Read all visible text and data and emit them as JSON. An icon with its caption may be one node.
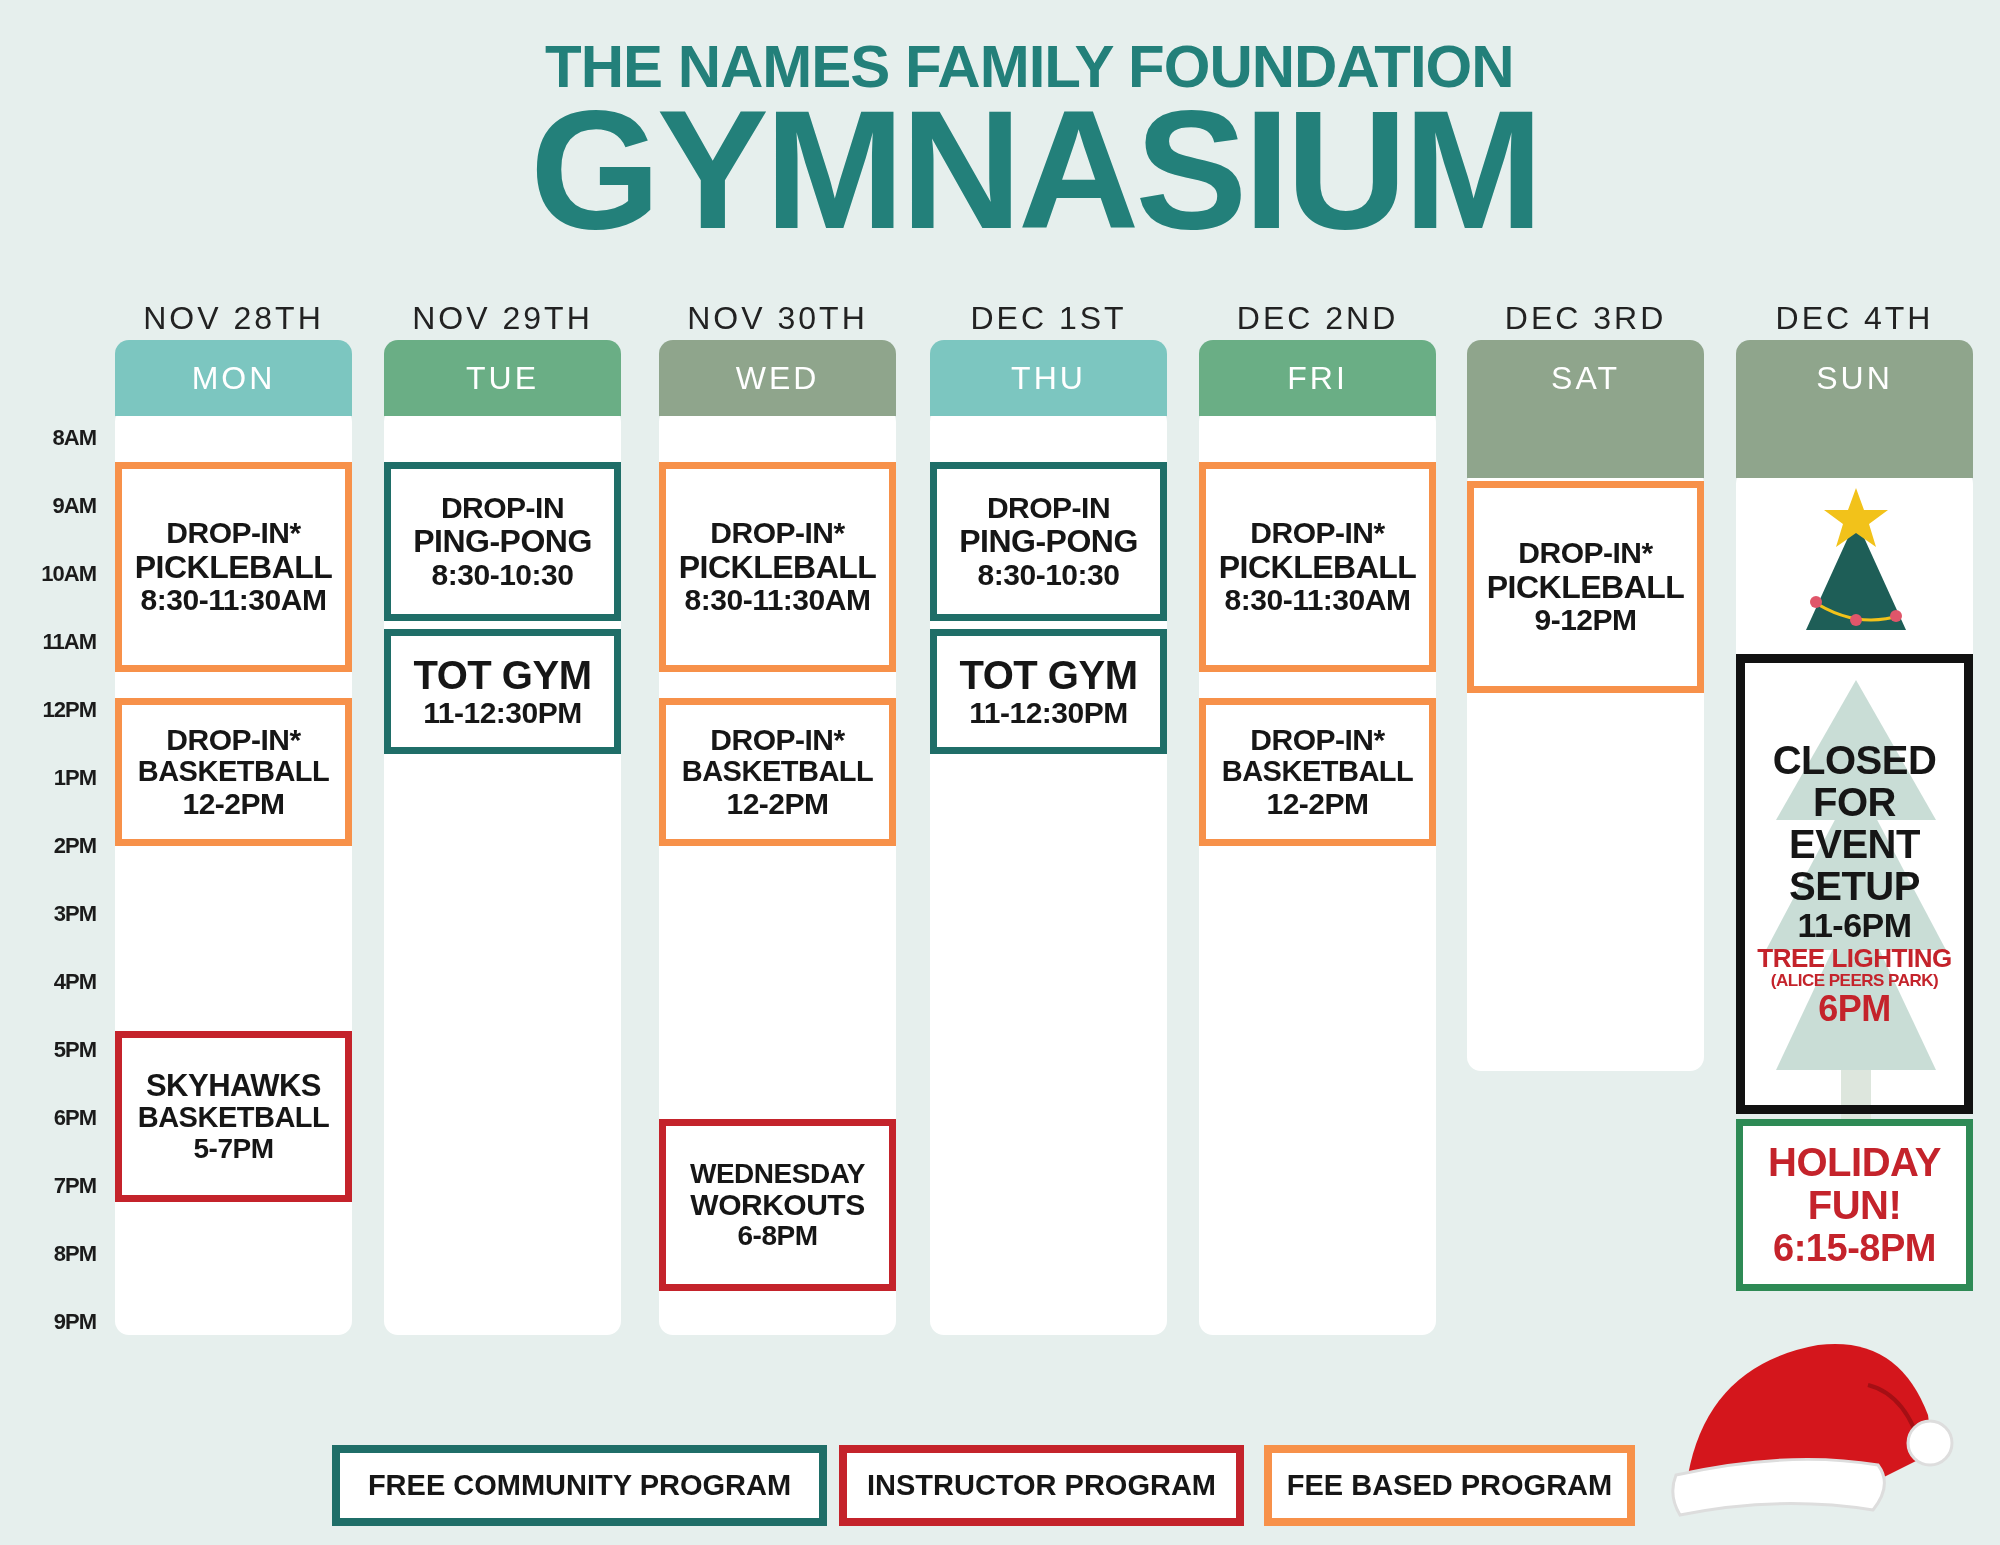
{
  "diagram": {
    "title": "THE NAMES FAMILY FOUNDATION",
    "nodes": [
      {
        "text": [
          "NOV 28TH",
          "MON"
        ]
      },
      {
        "text": [
          "NOV 29TH",
          "TUE"
        ]
      },
      {
        "text": [
          "NOV 30TH",
          "WED"
        ]
      },
      {
        "text": [
          "DEC 1ST",
          "THU"
        ]
      },
      {
        "text": [
          "DEC 2ND",
          "FRI"
        ]
      },
      {
        "text": [
          "DEC 3RD",
          "SAT"
        ]
      },
      {
        "text": [
          "DEC 4TH",
          "SUN"
        ]
      },
      {
        "text": [
          "DROP-IN*",
          "PICKLEBALL",
          "8:30-11:30AM"
        ],
        "in": 0
      },
      {
        "text": [
          "DROP-IN*",
          "BASKETBALL",
          "12-2PM"
        ],
        "in": 0
      },
      {
        "text": [
          "SKYHAWKS",
          "BASKETBALL",
          "5-7PM"
        ],
        "in": 0
      },
      {
        "text": [
          "DROP-IN",
          "PING-PONG",
          "8:30-10:30"
        ],
        "in": 1
      },
      {
        "text": [
          "TOT GYM",
          "11-12:30PM"
        ],
        "in": 1
      },
      {
        "text": [
          "DROP-IN*",
          "PICKLEBALL",
          "8:30-11:30AM"
        ],
        "in": 2
      },
      {
        "text": [
          "DROP-IN*",
          "BASKETBALL",
          "12-2PM"
        ],
        "in": 2
      },
      {
        "text": [
          "WEDNESDAY",
          "WORKOUTS",
          "6-8PM"
        ],
        "in": 2
      },
      {
        "text": [
          "DROP-IN",
          "PING-PONG",
          "8:30-10:30"
        ],
        "in": 3
      },
      {
        "text": [
          "TOT GYM",
          "11-12:30PM"
        ],
        "in": 3
      },
      {
        "text": [
          "DROP-IN*",
          "PICKLEBALL",
          "8:30-11:30AM"
        ],
        "in": 4
      },
      {
        "text": [
          "DROP-IN*",
          "BASKETBALL",
          "12-2PM"
        ],
        "in": 4
      },
      {
        "text": [
          "DROP-IN*",
          "PICKLEBALL",
          "9-12PM"
        ],
        "in": 5
      },
      {
        "text": [
          "CLOSED FOR EVENT SETUP",
          "11-6PM",
          "TREE LIGHTING",
          "(ALICE PEERS PARK)",
          "6PM"
        ],
        "in": 6
      },
      {
        "text": [
          "HOLIDAY FUN!",
          "6:15-8PM"
        ]
      }
    ],
    "labels": [
      "GYMNASIUM",
      "8AM",
      "9AM",
      "10AM",
      "11AM",
      "12PM",
      "1PM",
      "2PM",
      "3PM",
      "4PM",
      "5PM",
      "6PM",
      "7PM",
      "8PM",
      "9PM"
    ],
    "legend": [
      {
        "text": "FREE COMMUNITY PROGRAM",
        "color": "#1f6e68"
      },
      {
        "text": "INSTRUCTOR PROGRAM",
        "color": "#c4232b"
      },
      {
        "text": "FEE BASED PROGRAM",
        "color": "#f7914a"
      }
    ]
  }
}
